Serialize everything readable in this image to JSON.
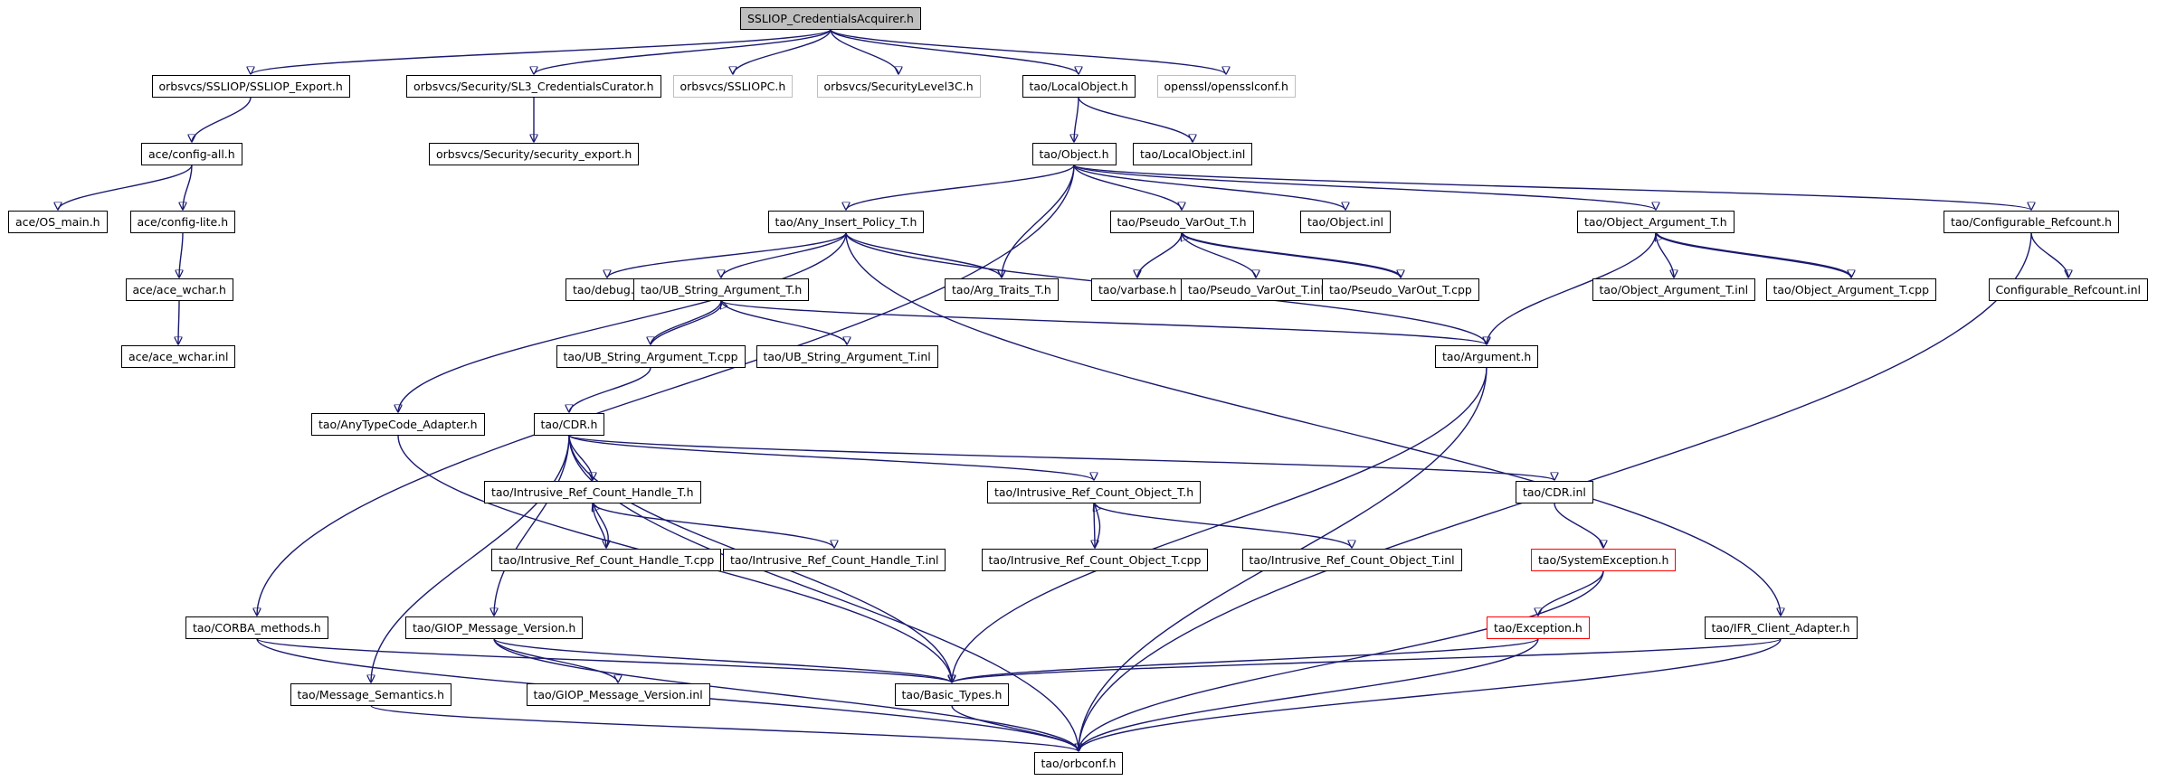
{
  "diagram": {
    "colors": {
      "edge": "#191970",
      "node_border": "#000000",
      "root_fill": "#bfbfbf",
      "unresolved_border": "#bfbfbf",
      "truncated_border": "#ff0000"
    },
    "nodes": [
      {
        "id": "root",
        "label": "SSLIOP_CredentialsAcquirer.h",
        "kind": "root"
      },
      {
        "id": "n_sslexp",
        "label": "orbsvcs/SSLIOP/SSLIOP_Export.h",
        "kind": "normal"
      },
      {
        "id": "n_sl3cur",
        "label": "orbsvcs/Security/SL3_CredentialsCurator.h",
        "kind": "normal"
      },
      {
        "id": "n_sssliopc",
        "label": "orbsvcs/SSLIOPC.h",
        "kind": "unresolved"
      },
      {
        "id": "n_seclvl3",
        "label": "orbsvcs/SecurityLevel3C.h",
        "kind": "unresolved"
      },
      {
        "id": "n_localobj",
        "label": "tao/LocalObject.h",
        "kind": "normal"
      },
      {
        "id": "n_opensslconf",
        "label": "openssl/opensslconf.h",
        "kind": "unresolved"
      },
      {
        "id": "n_configall",
        "label": "ace/config-all.h",
        "kind": "normal"
      },
      {
        "id": "n_secexp",
        "label": "orbsvcs/Security/security_export.h",
        "kind": "normal"
      },
      {
        "id": "n_object",
        "label": "tao/Object.h",
        "kind": "normal"
      },
      {
        "id": "n_localobjinl",
        "label": "tao/LocalObject.inl",
        "kind": "normal"
      },
      {
        "id": "n_osmain",
        "label": "ace/OS_main.h",
        "kind": "normal"
      },
      {
        "id": "n_configlite",
        "label": "ace/config-lite.h",
        "kind": "normal"
      },
      {
        "id": "n_anyins",
        "label": "tao/Any_Insert_Policy_T.h",
        "kind": "normal"
      },
      {
        "id": "n_pseudovar",
        "label": "tao/Pseudo_VarOut_T.h",
        "kind": "normal"
      },
      {
        "id": "n_objectinl",
        "label": "tao/Object.inl",
        "kind": "normal"
      },
      {
        "id": "n_objarg",
        "label": "tao/Object_Argument_T.h",
        "kind": "normal"
      },
      {
        "id": "n_cfgref",
        "label": "tao/Configurable_Refcount.h",
        "kind": "normal"
      },
      {
        "id": "n_acewchar",
        "label": "ace/ace_wchar.h",
        "kind": "normal"
      },
      {
        "id": "n_debug",
        "label": "tao/debug.h",
        "kind": "normal"
      },
      {
        "id": "n_ubstr",
        "label": "tao/UB_String_Argument_T.h",
        "kind": "normal"
      },
      {
        "id": "n_argtraits",
        "label": "tao/Arg_Traits_T.h",
        "kind": "normal"
      },
      {
        "id": "n_varbase",
        "label": "tao/varbase.h",
        "kind": "normal"
      },
      {
        "id": "n_pseudovarinl",
        "label": "tao/Pseudo_VarOut_T.inl",
        "kind": "normal"
      },
      {
        "id": "n_pseudovarcpp",
        "label": "tao/Pseudo_VarOut_T.cpp",
        "kind": "normal"
      },
      {
        "id": "n_objarginl",
        "label": "tao/Object_Argument_T.inl",
        "kind": "normal"
      },
      {
        "id": "n_objargcpp",
        "label": "tao/Object_Argument_T.cpp",
        "kind": "normal"
      },
      {
        "id": "n_cfgrefinl",
        "label": "Configurable_Refcount.inl",
        "kind": "normal"
      },
      {
        "id": "n_acewcharinl",
        "label": "ace/ace_wchar.inl",
        "kind": "normal"
      },
      {
        "id": "n_ubstrcpp",
        "label": "tao/UB_String_Argument_T.cpp",
        "kind": "normal"
      },
      {
        "id": "n_ubstrinl",
        "label": "tao/UB_String_Argument_T.inl",
        "kind": "normal"
      },
      {
        "id": "n_argument",
        "label": "tao/Argument.h",
        "kind": "normal"
      },
      {
        "id": "n_anytc",
        "label": "tao/AnyTypeCode_Adapter.h",
        "kind": "normal"
      },
      {
        "id": "n_cdr",
        "label": "tao/CDR.h",
        "kind": "normal"
      },
      {
        "id": "n_irch",
        "label": "tao/Intrusive_Ref_Count_Handle_T.h",
        "kind": "normal"
      },
      {
        "id": "n_irco",
        "label": "tao/Intrusive_Ref_Count_Object_T.h",
        "kind": "normal"
      },
      {
        "id": "n_cdrinl",
        "label": "tao/CDR.inl",
        "kind": "normal"
      },
      {
        "id": "n_irchcpp",
        "label": "tao/Intrusive_Ref_Count_Handle_T.cpp",
        "kind": "normal"
      },
      {
        "id": "n_irchinl",
        "label": "tao/Intrusive_Ref_Count_Handle_T.inl",
        "kind": "normal"
      },
      {
        "id": "n_irococpp",
        "label": "tao/Intrusive_Ref_Count_Object_T.cpp",
        "kind": "normal"
      },
      {
        "id": "n_irocoinl",
        "label": "tao/Intrusive_Ref_Count_Object_T.inl",
        "kind": "normal"
      },
      {
        "id": "n_sysexc",
        "label": "tao/SystemException.h",
        "kind": "truncated"
      },
      {
        "id": "n_corbam",
        "label": "tao/CORBA_methods.h",
        "kind": "normal"
      },
      {
        "id": "n_giopver",
        "label": "tao/GIOP_Message_Version.h",
        "kind": "normal"
      },
      {
        "id": "n_exception",
        "label": "tao/Exception.h",
        "kind": "truncated"
      },
      {
        "id": "n_ifrca",
        "label": "tao/IFR_Client_Adapter.h",
        "kind": "normal"
      },
      {
        "id": "n_msgsem",
        "label": "tao/Message_Semantics.h",
        "kind": "normal"
      },
      {
        "id": "n_giopverinl",
        "label": "tao/GIOP_Message_Version.inl",
        "kind": "normal"
      },
      {
        "id": "n_basictypes",
        "label": "tao/Basic_Types.h",
        "kind": "normal"
      },
      {
        "id": "n_orbconf",
        "label": "tao/orbconf.h",
        "kind": "normal"
      }
    ],
    "edges": [
      [
        "root",
        "n_sslexp"
      ],
      [
        "root",
        "n_sl3cur"
      ],
      [
        "root",
        "n_sssliopc"
      ],
      [
        "root",
        "n_seclvl3"
      ],
      [
        "root",
        "n_localobj"
      ],
      [
        "root",
        "n_opensslconf"
      ],
      [
        "n_sslexp",
        "n_configall"
      ],
      [
        "n_sl3cur",
        "n_secexp"
      ],
      [
        "n_localobj",
        "n_object"
      ],
      [
        "n_localobj",
        "n_localobjinl"
      ],
      [
        "n_configall",
        "n_osmain"
      ],
      [
        "n_configall",
        "n_configlite"
      ],
      [
        "n_configlite",
        "n_acewchar"
      ],
      [
        "n_acewchar",
        "n_acewcharinl"
      ],
      [
        "n_object",
        "n_corbam"
      ],
      [
        "n_object",
        "n_anyins"
      ],
      [
        "n_object",
        "n_argtraits"
      ],
      [
        "n_object",
        "n_pseudovar"
      ],
      [
        "n_object",
        "n_objectinl"
      ],
      [
        "n_object",
        "n_objarg"
      ],
      [
        "n_object",
        "n_cfgref"
      ],
      [
        "n_anyins",
        "n_anytc"
      ],
      [
        "n_anyins",
        "n_debug"
      ],
      [
        "n_anyins",
        "n_ubstr"
      ],
      [
        "n_anyins",
        "n_argtraits"
      ],
      [
        "n_anyins",
        "n_argument"
      ],
      [
        "n_anyins",
        "n_ifrca"
      ],
      [
        "n_pseudovar",
        "n_varbase"
      ],
      [
        "n_pseudovar",
        "n_pseudovarinl"
      ],
      [
        "n_pseudovar",
        "n_pseudovarcpp"
      ],
      [
        "n_pseudovarcpp",
        "n_pseudovar"
      ],
      [
        "n_objarg",
        "n_objarginl"
      ],
      [
        "n_objarg",
        "n_objargcpp"
      ],
      [
        "n_objarg",
        "n_argument"
      ],
      [
        "n_objargcpp",
        "n_objarg"
      ],
      [
        "n_cfgref",
        "n_cfgrefinl"
      ],
      [
        "n_cfgref",
        "n_orbconf"
      ],
      [
        "n_ubstr",
        "n_ubstrcpp"
      ],
      [
        "n_ubstr",
        "n_ubstrinl"
      ],
      [
        "n_ubstr",
        "n_argument"
      ],
      [
        "n_ubstrcpp",
        "n_ubstr"
      ],
      [
        "n_ubstrcpp",
        "n_cdr"
      ],
      [
        "n_argument",
        "n_basictypes"
      ],
      [
        "n_argument",
        "n_orbconf"
      ],
      [
        "n_anytc",
        "n_basictypes"
      ],
      [
        "n_cdr",
        "n_irch"
      ],
      [
        "n_cdr",
        "n_irco"
      ],
      [
        "n_cdr",
        "n_cdrinl"
      ],
      [
        "n_cdr",
        "n_msgsem"
      ],
      [
        "n_cdr",
        "n_giopver"
      ],
      [
        "n_cdr",
        "n_basictypes"
      ],
      [
        "n_cdr",
        "n_orbconf"
      ],
      [
        "n_irch",
        "n_irchcpp"
      ],
      [
        "n_irch",
        "n_irchinl"
      ],
      [
        "n_irchcpp",
        "n_irch"
      ],
      [
        "n_irco",
        "n_irococpp"
      ],
      [
        "n_irco",
        "n_irocoinl"
      ],
      [
        "n_irococpp",
        "n_irco"
      ],
      [
        "n_cdrinl",
        "n_sysexc"
      ],
      [
        "n_sysexc",
        "n_exception"
      ],
      [
        "n_sysexc",
        "n_orbconf"
      ],
      [
        "n_exception",
        "n_basictypes"
      ],
      [
        "n_exception",
        "n_orbconf"
      ],
      [
        "n_corbam",
        "n_basictypes"
      ],
      [
        "n_corbam",
        "n_orbconf"
      ],
      [
        "n_giopver",
        "n_giopverinl"
      ],
      [
        "n_giopver",
        "n_basictypes"
      ],
      [
        "n_giopver",
        "n_orbconf"
      ],
      [
        "n_msgsem",
        "n_orbconf"
      ],
      [
        "n_ifrca",
        "n_basictypes"
      ],
      [
        "n_ifrca",
        "n_orbconf"
      ],
      [
        "n_basictypes",
        "n_orbconf"
      ]
    ]
  }
}
